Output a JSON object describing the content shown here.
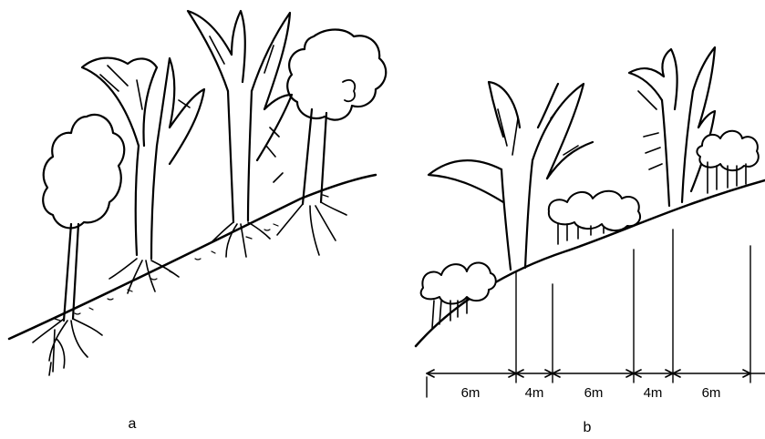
{
  "panels": [
    {
      "id": "a",
      "caption": "a"
    },
    {
      "id": "b",
      "caption": "b",
      "spacings": [
        "6m",
        "4m",
        "6m",
        "4m",
        "6m"
      ]
    }
  ],
  "colors": {
    "ink": "#000000",
    "background": "#ffffff"
  }
}
